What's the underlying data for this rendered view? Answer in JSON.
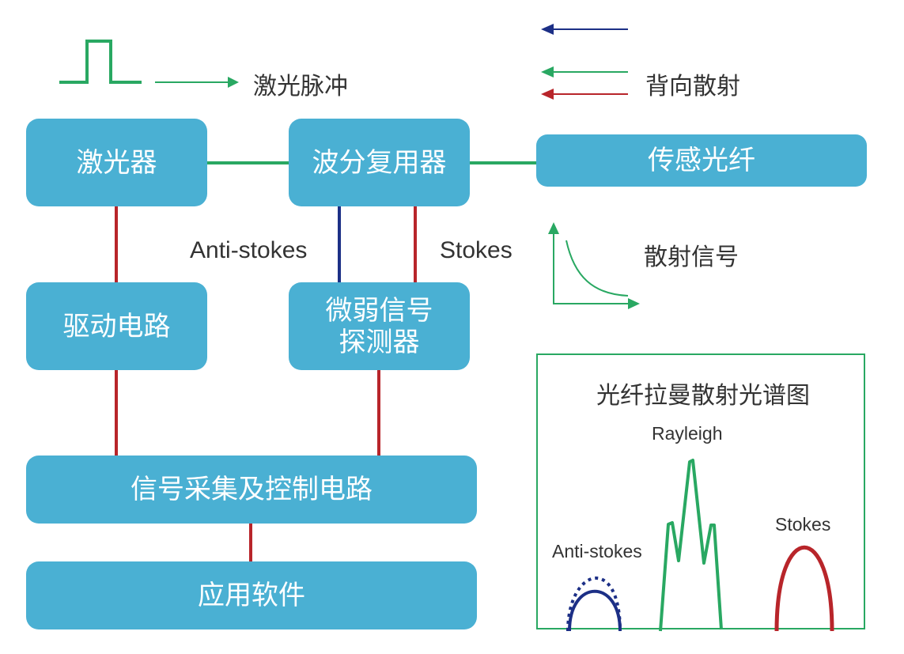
{
  "legend": {
    "laser_pulse": "激光脉冲",
    "backscatter": "背向散射",
    "scatter_signal": "散射信号",
    "icons": [
      "pulse-waveform-icon",
      "arrow-right-icon",
      "arrow-left-icon",
      "decay-curve-icon"
    ]
  },
  "blocks": {
    "laser": "激光器",
    "wdm": "波分复用器",
    "fiber": "传感光纤",
    "driver": "驱动电路",
    "detector_line1": "微弱信号",
    "detector_line2": "探测器",
    "acquisition": "信号采集及控制电路",
    "software": "应用软件"
  },
  "links": {
    "anti_stokes": "Anti-stokes",
    "stokes": "Stokes"
  },
  "spectrum": {
    "title": "光纤拉曼散射光谱图",
    "peaks": [
      {
        "name": "Anti-stokes",
        "color": "#1c2f86"
      },
      {
        "name": "Rayleigh",
        "color": "#29a862"
      },
      {
        "name": "Stokes",
        "color": "#b8252a"
      }
    ]
  },
  "colors": {
    "block": "#4ab0d3",
    "green": "#29a862",
    "red": "#b8252a",
    "blue": "#1c2f86",
    "text": "#333333"
  }
}
